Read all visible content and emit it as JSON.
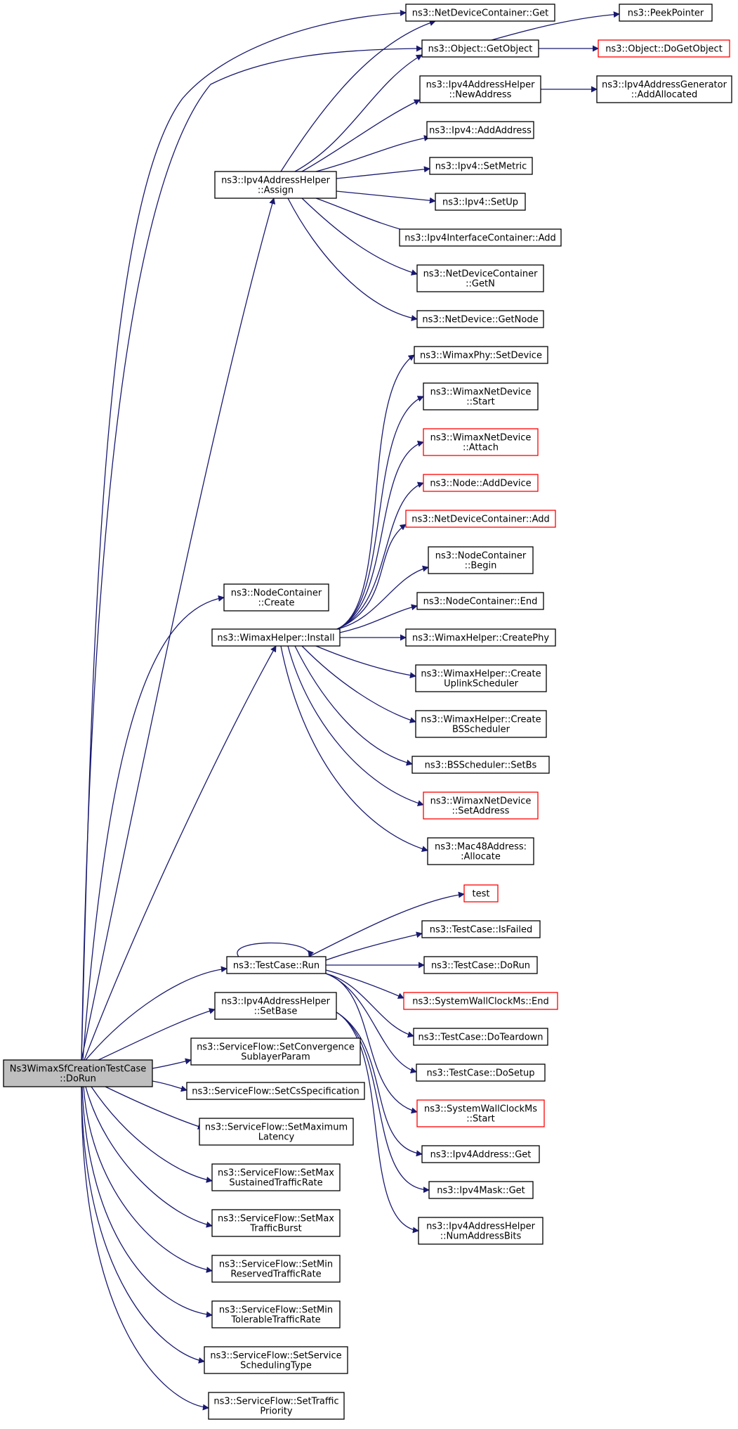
{
  "colors": {
    "edge": "#191970",
    "node_border": "#000000",
    "truncated_node_border": "#ff0000",
    "root_fill": "#bfbfbf"
  },
  "nodes": {
    "root": [
      "Ns3WimaxSfCreationTestCase",
      "::DoRun"
    ],
    "nd_get": [
      "ns3::NetDeviceContainer::Get"
    ],
    "peek": [
      "ns3::PeekPointer"
    ],
    "getobj": [
      "ns3::Object::GetObject"
    ],
    "dogetobj": [
      "ns3::Object::DoGetObject"
    ],
    "newaddr": [
      "ns3::Ipv4AddressHelper",
      "::NewAddress"
    ],
    "addalloc": [
      "ns3::Ipv4AddressGenerator",
      "::AddAllocated"
    ],
    "addaddr": [
      "ns3::Ipv4::AddAddress"
    ],
    "assign": [
      "ns3::Ipv4AddressHelper",
      "::Assign"
    ],
    "setmetric": [
      "ns3::Ipv4::SetMetric"
    ],
    "setup": [
      "ns3::Ipv4::SetUp"
    ],
    "ifc_add": [
      "ns3::Ipv4InterfaceContainer::Add"
    ],
    "nd_getn": [
      "ns3::NetDeviceContainer",
      "::GetN"
    ],
    "getnode": [
      "ns3::NetDevice::GetNode"
    ],
    "phy_setdev": [
      "ns3::WimaxPhy::SetDevice"
    ],
    "wnd_start": [
      "ns3::WimaxNetDevice",
      "::Start"
    ],
    "wnd_attach": [
      "ns3::WimaxNetDevice",
      "::Attach"
    ],
    "node_adddev": [
      "ns3::Node::AddDevice"
    ],
    "nc_create": [
      "ns3::NodeContainer",
      "::Create"
    ],
    "ndc_add": [
      "ns3::NetDeviceContainer::Add"
    ],
    "nc_begin": [
      "ns3::NodeContainer",
      "::Begin"
    ],
    "nc_end": [
      "ns3::NodeContainer::End"
    ],
    "install": [
      "ns3::WimaxHelper::Install"
    ],
    "createphy": [
      "ns3::WimaxHelper::CreatePhy"
    ],
    "create_ul": [
      "ns3::WimaxHelper::Create",
      "UplinkScheduler"
    ],
    "create_bs": [
      "ns3::WimaxHelper::Create",
      "BSScheduler"
    ],
    "setbs": [
      "ns3::BSScheduler::SetBs"
    ],
    "setaddress": [
      "ns3::WimaxNetDevice",
      "::SetAddress"
    ],
    "mac_alloc": [
      "ns3::Mac48Address:",
      ":Allocate"
    ],
    "test": [
      "test"
    ],
    "isfailed": [
      "ns3::TestCase::IsFailed"
    ],
    "run": [
      "ns3::TestCase::Run"
    ],
    "dorun": [
      "ns3::TestCase::DoRun"
    ],
    "swc_end": [
      "ns3::SystemWallClockMs::End"
    ],
    "setbase": [
      "ns3::Ipv4AddressHelper",
      "::SetBase"
    ],
    "teardown": [
      "ns3::TestCase::DoTeardown"
    ],
    "convsub": [
      "ns3::ServiceFlow::SetConvergence",
      "SublayerParam"
    ],
    "dosetup": [
      "ns3::TestCase::DoSetup"
    ],
    "csspec": [
      "ns3::ServiceFlow::SetCsSpecification"
    ],
    "swc_start": [
      "ns3::SystemWallClockMs",
      "::Start"
    ],
    "maxlat": [
      "ns3::ServiceFlow::SetMaximum",
      "Latency"
    ],
    "ipv4addr_get": [
      "ns3::Ipv4Address::Get"
    ],
    "maxsus": [
      "ns3::ServiceFlow::SetMax",
      "SustainedTrafficRate"
    ],
    "mask_get": [
      "ns3::Ipv4Mask::Get"
    ],
    "maxburst": [
      "ns3::ServiceFlow::SetMax",
      "TrafficBurst"
    ],
    "numaddrbits": [
      "ns3::Ipv4AddressHelper",
      "::NumAddressBits"
    ],
    "minres": [
      "ns3::ServiceFlow::SetMin",
      "ReservedTrafficRate"
    ],
    "mintol": [
      "ns3::ServiceFlow::SetMin",
      "TolerableTrafficRate"
    ],
    "schedtype": [
      "ns3::ServiceFlow::SetService",
      "SchedulingType"
    ],
    "prio": [
      "ns3::ServiceFlow::SetTraffic",
      "Priority"
    ]
  }
}
